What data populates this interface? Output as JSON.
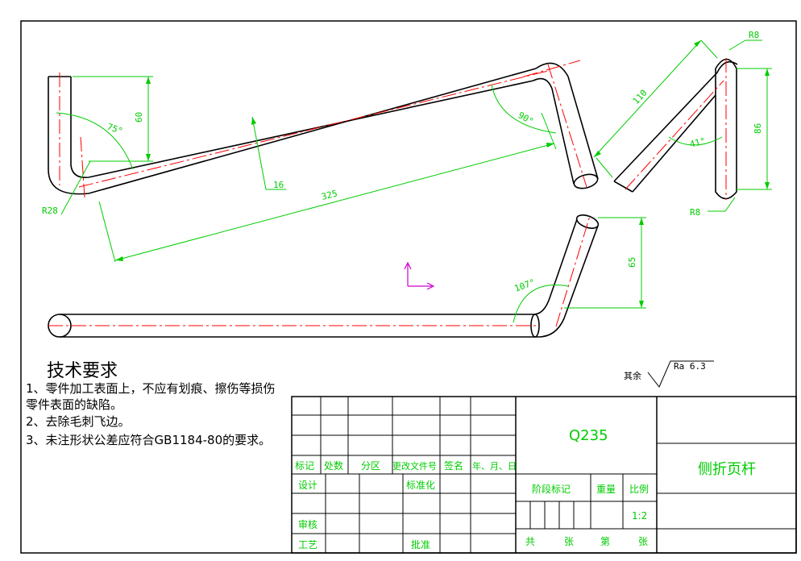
{
  "dimensions": {
    "r28": "R28",
    "h60": "60",
    "a75": "75°",
    "w16": "16",
    "l325": "325",
    "a90": "90°",
    "l110": "110",
    "r8_top": "R8",
    "h86": "86",
    "a41": "41°",
    "r8_bot": "R8",
    "h65": "65",
    "a107": "107°"
  },
  "roughness": {
    "rest_label": "其余",
    "value": "Ra 6.3"
  },
  "requirements": {
    "title": "技术要求",
    "lines": [
      "1、零件加工表面上，不应有划痕、擦伤等损伤",
      "零件表面的缺陷。",
      "2、去除毛刺飞边。",
      "3、未注形状公差应符合GB1184-80的要求。"
    ]
  },
  "title_block": {
    "material": "Q235",
    "part_name": "侧折页杆",
    "rev_headers": [
      "标记",
      "处数",
      "分区",
      "更改文件号",
      "签名",
      "年、月、日"
    ],
    "design": "设计",
    "standardize": "标准化",
    "review": "审核",
    "process": "工艺",
    "approve": "批准",
    "stage_mark": "阶段标记",
    "weight": "重量",
    "scale_label": "比例",
    "scale_value": "1:2",
    "total": "共",
    "sheets": "张",
    "page": "第",
    "sheet2": "张"
  },
  "colors": {
    "outline": "#000000",
    "dimension": "#00cc00",
    "centerline": "#ff0000",
    "ucs": "#cc00cc"
  }
}
